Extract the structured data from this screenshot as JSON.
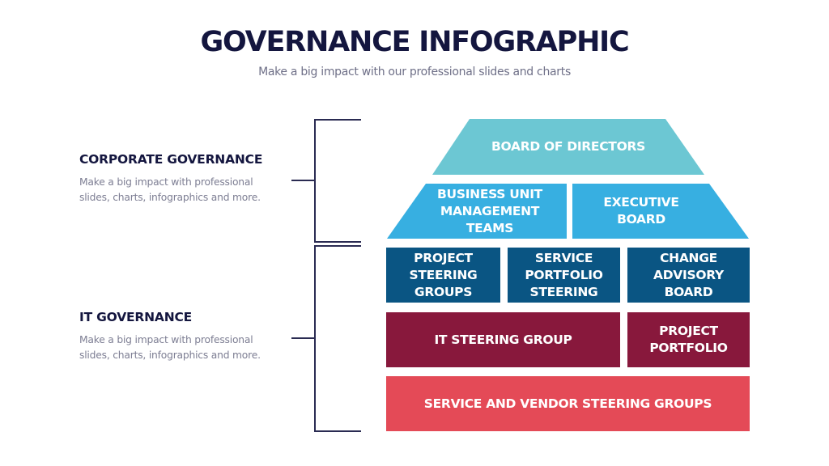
{
  "header": {
    "title": "GOVERNANCE INFOGRAPHIC",
    "subtitle": "Make a big impact with our professional slides and charts"
  },
  "sections": [
    {
      "title": "CORPORATE GOVERNANCE",
      "description_line1": "Make a big impact with professional",
      "description_line2": "slides, charts, infographics and more."
    },
    {
      "title": "IT GOVERNANCE",
      "description_line1": "Make a big impact with professional",
      "description_line2": "slides, charts, infographics and more."
    }
  ],
  "colors": {
    "title": "#14163f",
    "subtitle": "#6e6f87",
    "bracket": "#2a2b52",
    "tier1": "#6cc7d3",
    "tier2": "#37afe1",
    "tier3": "#0a5583",
    "tier4": "#88183c",
    "tier5": "#e44a57"
  },
  "pyramid": {
    "tier1": {
      "label_lines": [
        "BOARD OF DIRECTORS"
      ]
    },
    "tier2": [
      {
        "label_lines": [
          "BUSINESS UNIT",
          "MANAGEMENT",
          "TEAMS"
        ]
      },
      {
        "label_lines": [
          "EXECUTIVE",
          "BOARD"
        ]
      }
    ],
    "tier3": [
      {
        "label_lines": [
          "PROJECT",
          "STEERING",
          "GROUPS"
        ]
      },
      {
        "label_lines": [
          "SERVICE",
          "PORTFOLIO",
          "STEERING"
        ]
      },
      {
        "label_lines": [
          "CHANGE",
          "ADVISORY",
          "BOARD"
        ]
      }
    ],
    "tier4": [
      {
        "label_lines": [
          "IT STEERING GROUP"
        ]
      },
      {
        "label_lines": [
          "PROJECT",
          "PORTFOLIO"
        ]
      }
    ],
    "tier5": {
      "label_lines": [
        "SERVICE AND VENDOR STEERING GROUPS"
      ]
    }
  }
}
